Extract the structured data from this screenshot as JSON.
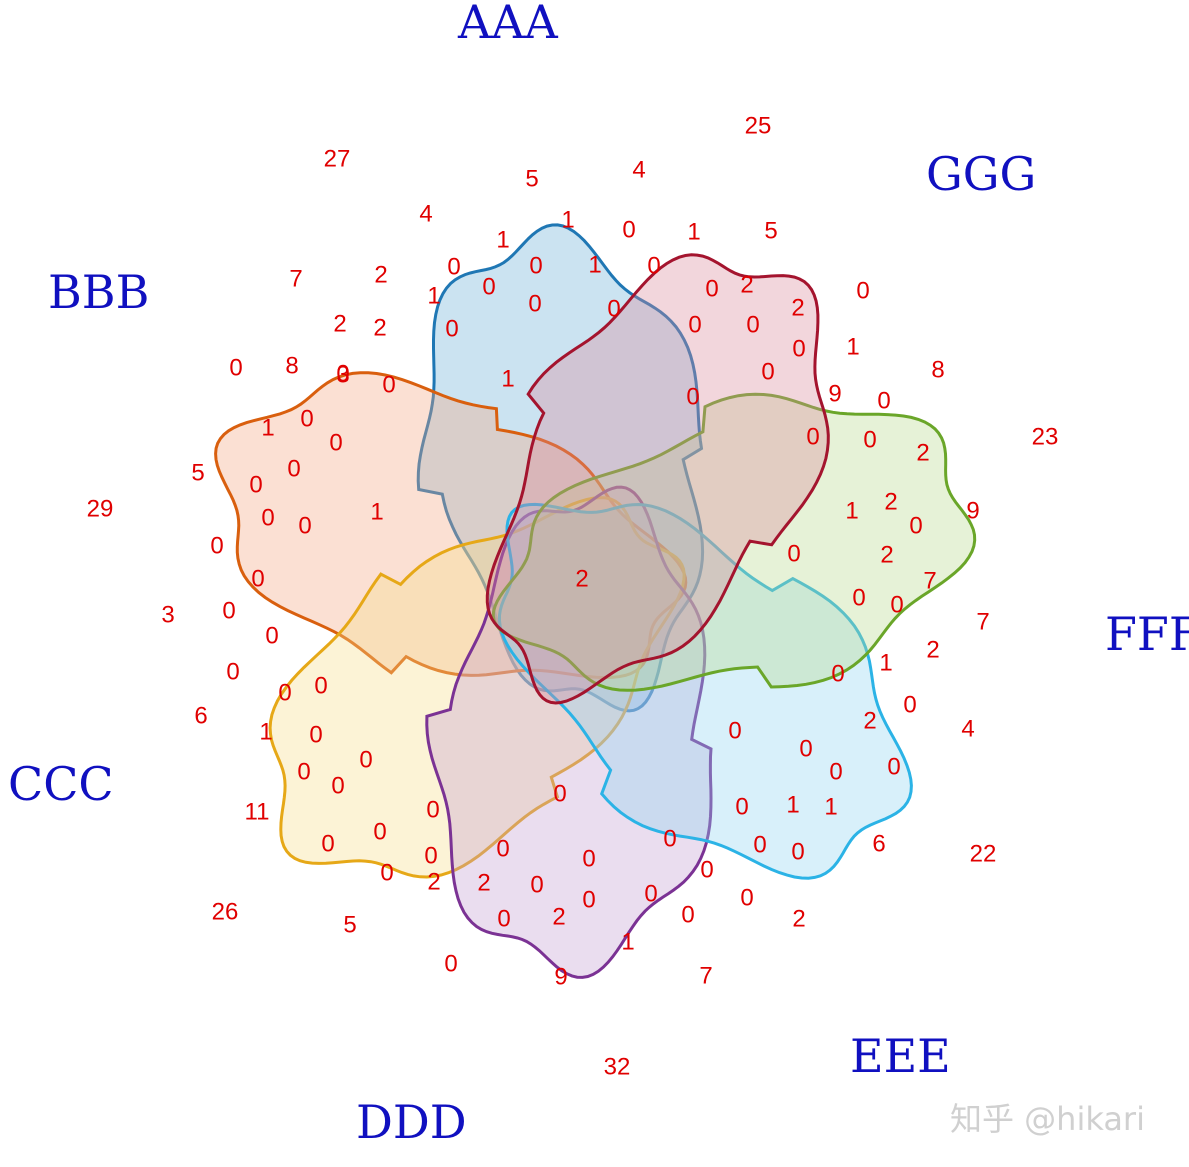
{
  "title": "",
  "colors": {
    "count_text": "#e00000",
    "label_text": "#1010c0",
    "watermark": "#cccccc"
  },
  "sets": [
    {
      "name": "AAA",
      "color": "#1f77b4",
      "fill": "#6baed6"
    },
    {
      "name": "BBB",
      "color": "#d95f0e",
      "fill": "#f4a582"
    },
    {
      "name": "CCC",
      "color": "#e6a817",
      "fill": "#f7dc8a"
    },
    {
      "name": "DDD",
      "color": "#7b3294",
      "fill": "#c29fd1"
    },
    {
      "name": "EEE",
      "color": "#2bb3e6",
      "fill": "#8fd4f0"
    },
    {
      "name": "FFF",
      "color": "#6aa629",
      "fill": "#b7d98b"
    },
    {
      "name": "GGG",
      "color": "#a4142e",
      "fill": "#d98a9a"
    }
  ],
  "region_counts": [
    "27",
    "25",
    "23",
    "22",
    "32",
    "26",
    "29",
    "5",
    "4",
    "5",
    "8",
    "9",
    "7",
    "4",
    "6",
    "7",
    "9",
    "5",
    "11",
    "3",
    "5",
    "4",
    "1",
    "1",
    "0",
    "1",
    "0",
    "0",
    "1",
    "0",
    "2",
    "0",
    "2",
    "0",
    "2",
    "7",
    "2",
    "0",
    "8",
    "1",
    "2",
    "1",
    "0",
    "0",
    "0",
    "0",
    "0",
    "0",
    "1",
    "0",
    "9",
    "0",
    "0",
    "2",
    "7",
    "2",
    "0",
    "6",
    "1",
    "0",
    "0",
    "0",
    "1",
    "0",
    "0",
    "1",
    "2",
    "0",
    "0",
    "2",
    "0",
    "0",
    "1",
    "0",
    "2",
    "0",
    "0",
    "0",
    "0",
    "0",
    "1",
    "1",
    "0",
    "0",
    "0",
    "2",
    "0",
    "0",
    "0",
    "0",
    "1",
    "0",
    "0",
    "2",
    "0",
    "0",
    "0",
    "2",
    "0",
    "2",
    "0",
    "0",
    "0",
    "0",
    "0",
    "0",
    "0",
    "0",
    "0",
    "0",
    "0",
    "0",
    "0",
    "0",
    "0",
    "0",
    "0",
    "0",
    "0",
    "0",
    "0",
    "0",
    "0",
    "3",
    "1",
    "2",
    "0"
  ],
  "watermark": "知乎 @hikari"
}
